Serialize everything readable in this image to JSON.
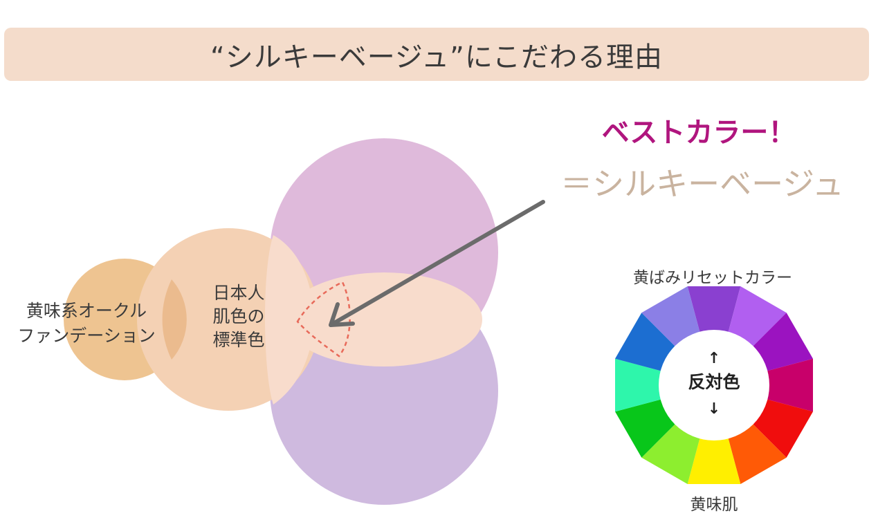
{
  "banner": {
    "title": "“シルキーベージュ”にこだわる理由"
  },
  "callout": {
    "headline": "ベストカラー！",
    "subline": "＝シルキーベージュ"
  },
  "venn": {
    "label_left": [
      "黄味系オークル",
      "ファンデーション"
    ],
    "label_center": [
      "日本人",
      "肌色の",
      "標準色"
    ]
  },
  "wheel": {
    "top_label": "黄ばみリセットカラー",
    "bottom_label": "黄味肌",
    "center_label": "反対色",
    "arrow_up": "↑",
    "arrow_down": "↓",
    "segment_colors": [
      "#8a40d0",
      "#b15ff0",
      "#9b13c0",
      "#c8006a",
      "#f00d0d",
      "#ff5a06",
      "#ffef00",
      "#8dee2f",
      "#08c61a",
      "#2ef6ab",
      "#1c6ed1",
      "#8b7fe6"
    ]
  },
  "colors": {
    "banner_bg": "#f4dccb",
    "headline": "#b0157e",
    "subline": "#c9b39f",
    "dashed_region": "#e86a5a",
    "arrow": "#6b6b6b"
  }
}
